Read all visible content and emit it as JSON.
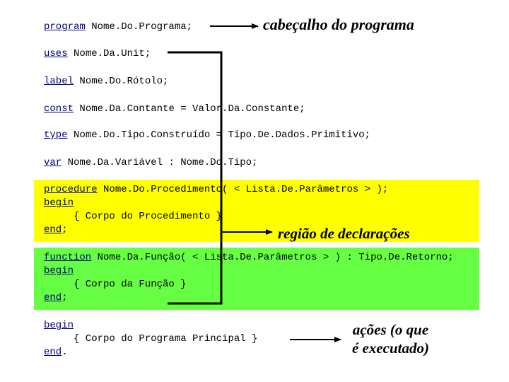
{
  "header": {
    "kw": "program",
    "rest": " Nome.Do.Programa;",
    "annotation": "cabeçalho do programa"
  },
  "declarations": [
    {
      "kw": "uses",
      "rest": " Nome.Da.Unit;"
    },
    {
      "kw": "label",
      "rest": " Nome.Do.Rótolo;"
    },
    {
      "kw": "const",
      "rest": " Nome.Da.Contante = Valor.Da.Constante;"
    },
    {
      "kw": "type",
      "rest": " Nome.Do.Tipo.Construído = Tipo.De.Dados.Primitivo;"
    },
    {
      "kw": "var",
      "rest": " Nome.Da.Variável : Nome.Do.Tipo;"
    }
  ],
  "procedure_block": {
    "kw": "procedure",
    "rest": " Nome.Do.Procedimento( < Lista.De.Parâmetros > );",
    "begin": "begin",
    "body": "     { Corpo do Procedimento }",
    "end_kw": "end",
    "end_rest": ";"
  },
  "function_block": {
    "kw": "function",
    "rest": " Nome.Da.Função( < Lista.De.Parâmetros > ) : Tipo.De.Retorno;",
    "begin": "begin",
    "body": "     { Corpo da Função }",
    "end_kw": "end",
    "end_rest": ";"
  },
  "main_block": {
    "begin": "begin",
    "body": "     { Corpo do Programa Principal }",
    "end_kw": "end",
    "end_rest": "."
  },
  "annotations": {
    "declarations": "região de declarações",
    "actions_line1": "ações (o que",
    "actions_line2": "é executado)"
  },
  "colors": {
    "procedure_bg": "#ffff00",
    "function_bg": "#66ff44",
    "keyword": "#00007f"
  }
}
